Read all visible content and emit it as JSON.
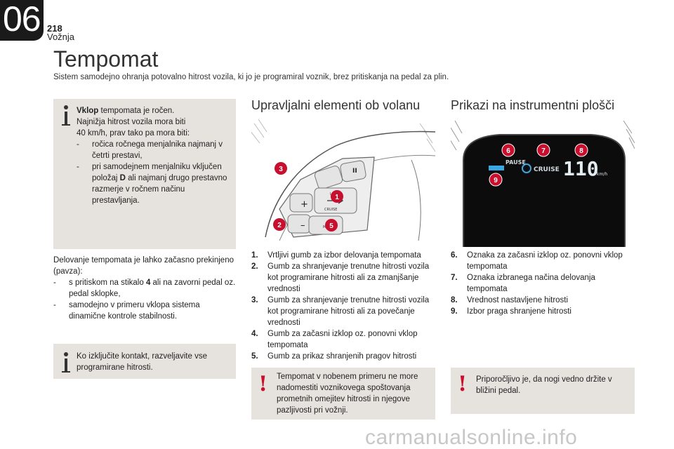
{
  "header": {
    "chapter": "06",
    "page": "218",
    "section": "Vožnja"
  },
  "title": "Tempomat",
  "subtitle": "Sistem samodejno ohranja potovalno hitrost vozila, ki jo je programiral voznik, brez pritiskanja na pedal za plin.",
  "info1": {
    "vklop_bold": "Vklop",
    "vklop_rest": " tempomata je ročen.",
    "line2": "Najnižja hitrost vozila mora biti",
    "line3": "40 km/h, prav tako pa mora biti:",
    "item1": "ročica ročnega menjalnika najmanj v četrti prestavi,",
    "item2a": "pri samodejnem menjalniku vključen položaj ",
    "item2b": "D",
    "item2c": " ali najmanj drugo prestavno razmerje v ročnem načinu prestavljanja."
  },
  "pause": {
    "intro": "Delovanje tempomata je lahko začasno prekinjeno (pavza):",
    "item1a": "s pritiskom na stikalo ",
    "item1b": "4",
    "item1c": " ali na zavorni pedal oz. pedal sklopke,",
    "item2": "samodejno v primeru vklopa sistema dinamične kontrole stabilnosti."
  },
  "info2": {
    "text": "Ko izključite kontakt, razveljavite vse programirane hitrosti."
  },
  "col2": {
    "title": "Upravljalni elementi ob volanu",
    "items": [
      {
        "n": "1.",
        "t": "Vrtljivi gumb za izbor delovanja tempomata"
      },
      {
        "n": "2.",
        "t": "Gumb za shranjevanje trenutne hitrosti vozila kot programirane hitrosti ali za zmanjšanje vrednosti"
      },
      {
        "n": "3.",
        "t": "Gumb za shranjevanje trenutne hitrosti vozila kot programirane hitrosti ali za povečanje vrednosti"
      },
      {
        "n": "4.",
        "t": "Gumb za začasni izklop oz. ponovni vklop tempomata"
      },
      {
        "n": "5.",
        "t": "Gumb za prikaz shranjenih pragov hitrosti"
      }
    ],
    "warning": "Tempomat v nobenem primeru ne more nadomestiti voznikovega spoštovanja prometnih omejitev hitrosti in njegove pazljivosti pri vožnji.",
    "figure": {
      "plus": "+",
      "minus": "–",
      "pause": "II",
      "limit": "LIMIT",
      "cruise": "CRUISE",
      "mem": "MEM",
      "callouts": [
        "3",
        "1",
        "2",
        "5"
      ]
    }
  },
  "col3": {
    "title": "Prikazi na instrumentni plošči",
    "items": [
      {
        "n": "6.",
        "t": "Oznaka za začasni izklop oz. ponovni vklop tempomata"
      },
      {
        "n": "7.",
        "t": "Oznaka izbranega načina delovanja tempomata"
      },
      {
        "n": "8.",
        "t": "Vrednost nastavljene hitrosti"
      },
      {
        "n": "9.",
        "t": "Izbor praga shranjene hitrosti"
      }
    ],
    "warning": "Priporočljivo je, da nogi vedno držite v bližini pedal.",
    "figure": {
      "pause": "PAUSE",
      "cruise": "CRUISE",
      "speed": "110",
      "unit": "km/h",
      "callouts": [
        "6",
        "7",
        "8",
        "9"
      ]
    }
  },
  "watermark": "carmanualsonline.info",
  "colors": {
    "info_bg": "#e6e3de",
    "callout": "#c8102e",
    "display_blue": "#3aa7e0",
    "chapter_tab": "#1a1a1a"
  }
}
